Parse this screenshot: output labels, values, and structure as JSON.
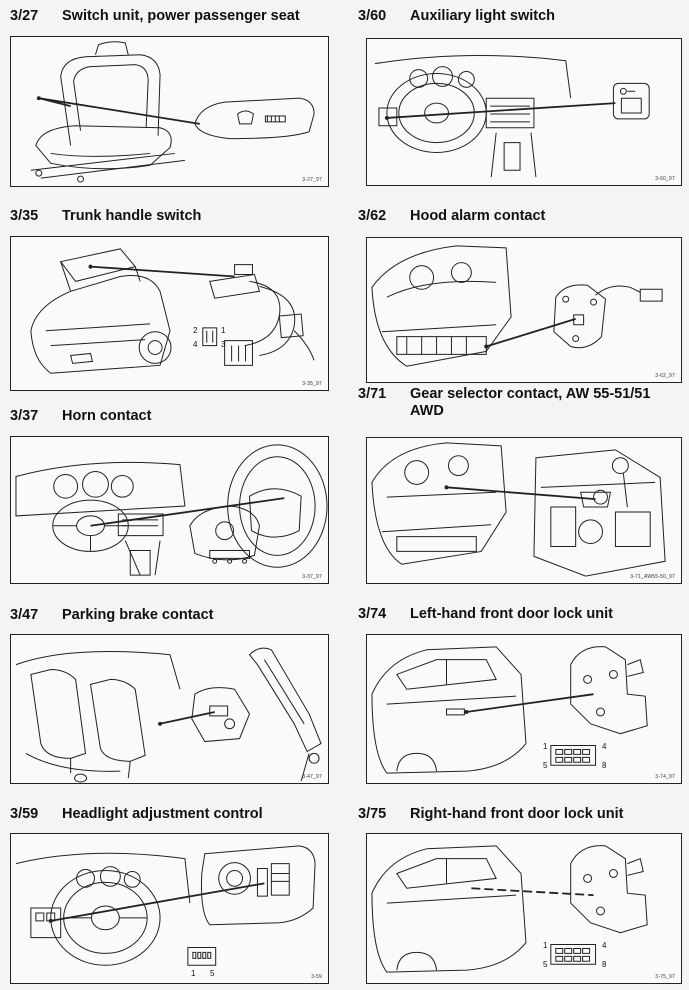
{
  "sections": [
    {
      "code": "3/27",
      "title": "Switch unit, power passenger seat",
      "figure": "3-27_97"
    },
    {
      "code": "3/35",
      "title": "Trunk handle switch",
      "figure": "3-35_97",
      "pins": [
        "2",
        "1",
        "4",
        "3"
      ]
    },
    {
      "code": "3/37",
      "title": "Horn contact",
      "figure": "3-37_97"
    },
    {
      "code": "3/47",
      "title": "Parking brake contact",
      "figure": "3-47_97"
    },
    {
      "code": "3/59",
      "title": "Headlight adjustment control",
      "figure": "3-59",
      "pins": [
        "1",
        "5"
      ]
    },
    {
      "code": "3/60",
      "title": "Auxiliary light switch",
      "figure": "3-60_97"
    },
    {
      "code": "3/62",
      "title": "Hood alarm contact",
      "figure": "3-62_97"
    },
    {
      "code": "3/71",
      "title_line1": "Gear selector contact, AW 55-51/51",
      "title_line2": "AWD",
      "figure": "3-71_AW55-50_97"
    },
    {
      "code": "3/74",
      "title": "Left-hand front door lock unit",
      "figure": "3-74_97",
      "pins": [
        "1",
        "4",
        "5",
        "8"
      ]
    },
    {
      "code": "3/75",
      "title": "Right-hand front door lock unit",
      "figure": "3-75_97",
      "pins": [
        "1",
        "4",
        "5",
        "8"
      ]
    }
  ]
}
